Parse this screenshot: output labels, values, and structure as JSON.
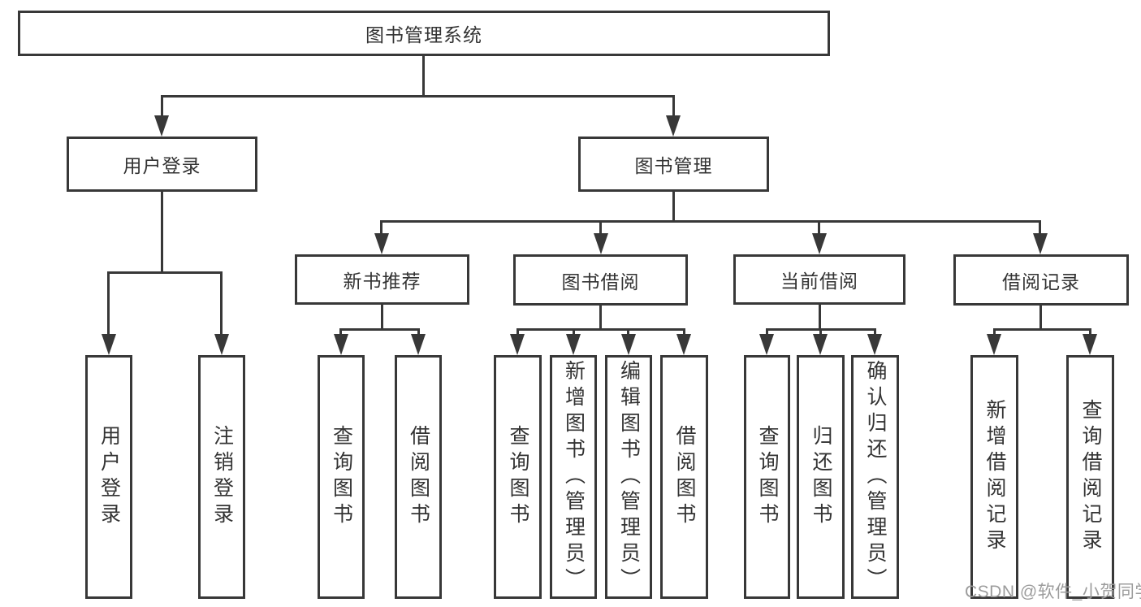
{
  "diagram": {
    "root": {
      "label": "图书管理系统"
    },
    "level2": {
      "user_login": {
        "label": "用户登录"
      },
      "book_management": {
        "label": "图书管理"
      }
    },
    "level3": {
      "new_book_recommend": {
        "label": "新书推荐"
      },
      "book_borrow": {
        "label": "图书借阅"
      },
      "current_borrow": {
        "label": "当前借阅"
      },
      "borrow_record": {
        "label": "借阅记录"
      }
    },
    "leaves": {
      "user_login": [
        "用户登录",
        "注销登录"
      ],
      "new_book_recommend": [
        "查询图书",
        "借阅图书"
      ],
      "book_borrow": [
        "查询图书",
        "新增图书（管理员）",
        "编辑图书（管理员）",
        "借阅图书"
      ],
      "current_borrow": [
        "查询图书",
        "归还图书",
        "确认归还（管理员）"
      ],
      "borrow_record": [
        "新增借阅记录",
        "查询借阅记录"
      ]
    }
  },
  "watermark": {
    "text": "CSDN @软件_小贺同学"
  },
  "colors": {
    "line": "#383838",
    "text": "#333333",
    "background": "#ffffff",
    "watermark": "#9c9c9c"
  }
}
